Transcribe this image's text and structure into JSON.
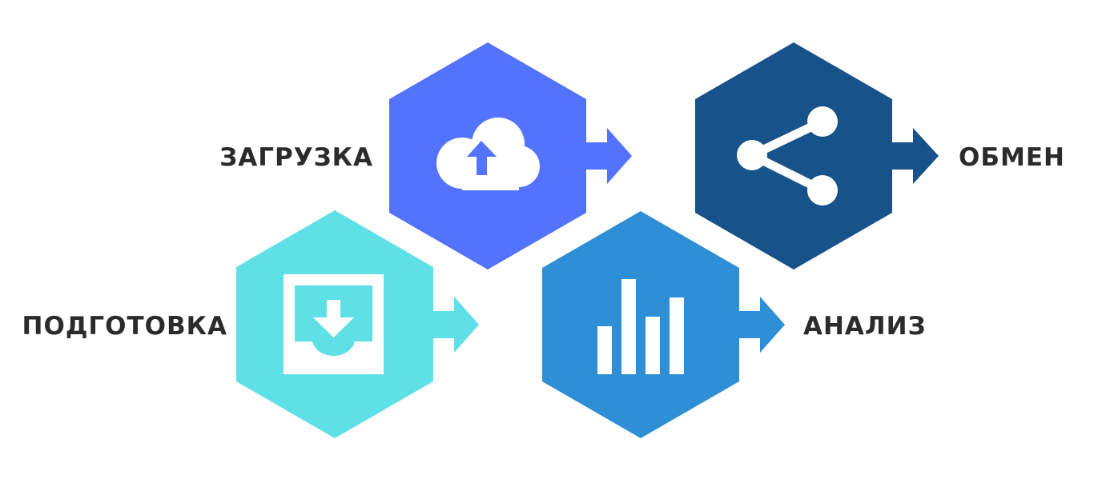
{
  "steps": [
    {
      "id": "prepare",
      "label": "ПОДГОТОВКА",
      "icon": "inbox-download-icon",
      "color": "#5ee0e6"
    },
    {
      "id": "upload",
      "label": "ЗАГРУЗКА",
      "icon": "cloud-upload-icon",
      "color": "#5373ff"
    },
    {
      "id": "analyze",
      "label": "АНАЛИЗ",
      "icon": "bar-chart-icon",
      "color": "#2f8fd6"
    },
    {
      "id": "share",
      "label": "ОБМЕН",
      "icon": "share-icon",
      "color": "#17528a"
    }
  ],
  "colors": {
    "icon": "#ffffff",
    "label": "#2b2b2b",
    "background": "#ffffff"
  }
}
